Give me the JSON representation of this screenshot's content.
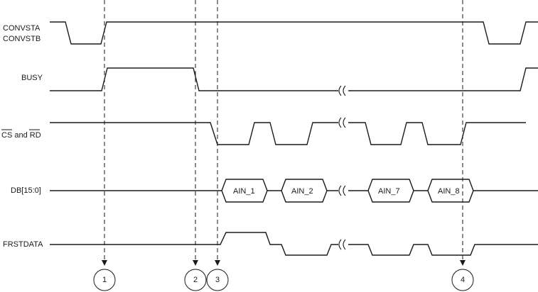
{
  "signals": {
    "convst_a": "CONVSTA",
    "convst_b": "CONVSTB",
    "busy": "BUSY",
    "cs": "CS",
    "cs_and": "and",
    "rd": "RD",
    "db": "DB[15:0]",
    "frstdata": "FRSTDATA"
  },
  "data_words": [
    "AIN_1",
    "AIN_2",
    "AIN_7",
    "AIN_8"
  ],
  "markers": [
    "1",
    "2",
    "3",
    "4"
  ]
}
